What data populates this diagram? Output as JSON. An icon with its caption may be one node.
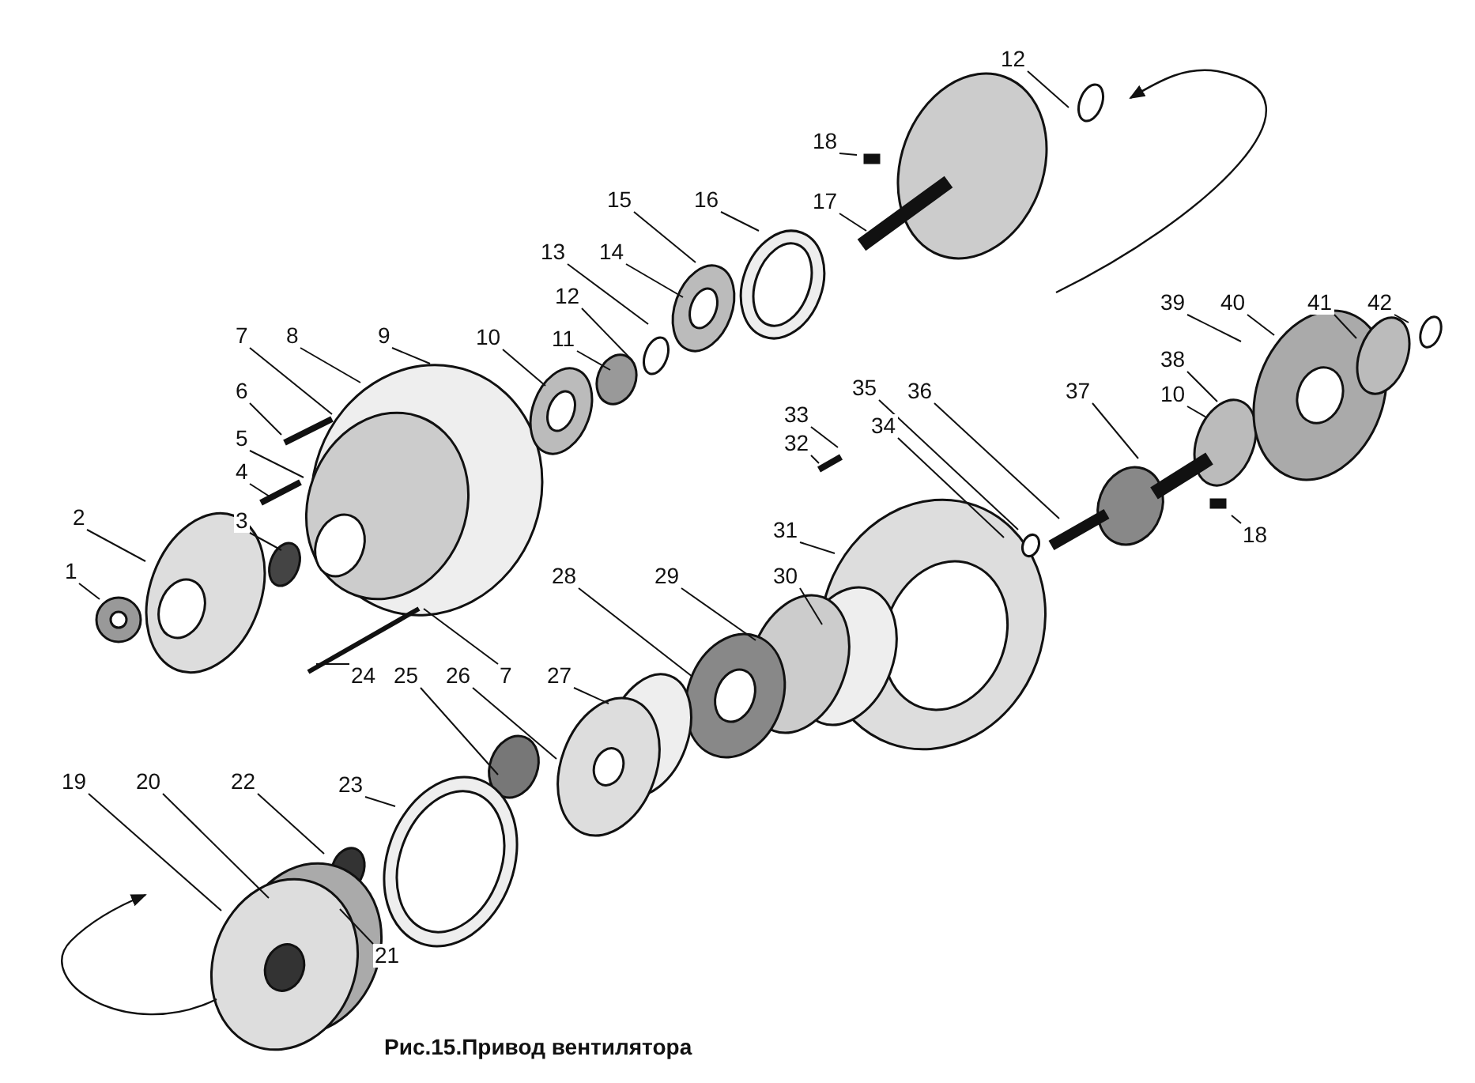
{
  "diagram": {
    "caption": "Рис.15.Привод вентилятора",
    "nodes": [
      {
        "text": [
          "12"
        ]
      },
      {
        "text": [
          "18"
        ]
      },
      {
        "text": [
          "17"
        ]
      },
      {
        "text": [
          "15"
        ]
      },
      {
        "text": [
          "16"
        ]
      },
      {
        "text": [
          "13"
        ]
      },
      {
        "text": [
          "14"
        ]
      },
      {
        "text": [
          "12"
        ]
      },
      {
        "text": [
          "39"
        ]
      },
      {
        "text": [
          "40"
        ]
      },
      {
        "text": [
          "41"
        ]
      },
      {
        "text": [
          "42"
        ]
      },
      {
        "text": [
          "7"
        ]
      },
      {
        "text": [
          "8"
        ]
      },
      {
        "text": [
          "9"
        ]
      },
      {
        "text": [
          "10"
        ]
      },
      {
        "text": [
          "11"
        ]
      },
      {
        "text": [
          "38"
        ]
      },
      {
        "text": [
          "35"
        ]
      },
      {
        "text": [
          "36"
        ]
      },
      {
        "text": [
          "37"
        ]
      },
      {
        "text": [
          "6"
        ]
      },
      {
        "text": [
          "10"
        ]
      },
      {
        "text": [
          "33"
        ]
      },
      {
        "text": [
          "34"
        ]
      },
      {
        "text": [
          "5"
        ]
      },
      {
        "text": [
          "32"
        ]
      },
      {
        "text": [
          "4"
        ]
      },
      {
        "text": [
          "2"
        ]
      },
      {
        "text": [
          "3"
        ]
      },
      {
        "text": [
          "31"
        ]
      },
      {
        "text": [
          "18"
        ]
      },
      {
        "text": [
          "28"
        ]
      },
      {
        "text": [
          "29"
        ]
      },
      {
        "text": [
          "30"
        ]
      },
      {
        "text": [
          "1"
        ]
      },
      {
        "text": [
          "24"
        ]
      },
      {
        "text": [
          "25"
        ]
      },
      {
        "text": [
          "26"
        ]
      },
      {
        "text": [
          "7"
        ]
      },
      {
        "text": [
          "27"
        ]
      },
      {
        "text": [
          "19"
        ]
      },
      {
        "text": [
          "20"
        ]
      },
      {
        "text": [
          "22"
        ]
      },
      {
        "text": [
          "23"
        ]
      },
      {
        "text": [
          "21"
        ]
      }
    ],
    "edges": [
      {
        "from": 0,
        "to": null,
        "arrow": "none"
      },
      {
        "from": 1,
        "to": null,
        "arrow": "none"
      },
      {
        "from": 2,
        "to": null,
        "arrow": "none"
      },
      {
        "from": 3,
        "to": null,
        "arrow": "none"
      },
      {
        "from": 4,
        "to": null,
        "arrow": "none"
      },
      {
        "from": 5,
        "to": null,
        "arrow": "none"
      },
      {
        "from": 6,
        "to": null,
        "arrow": "none"
      },
      {
        "from": 7,
        "to": null,
        "arrow": "none"
      },
      {
        "from": 8,
        "to": null,
        "arrow": "none"
      },
      {
        "from": 9,
        "to": null,
        "arrow": "none"
      },
      {
        "from": 10,
        "to": null,
        "arrow": "none"
      },
      {
        "from": 11,
        "to": null,
        "arrow": "none"
      },
      {
        "from": 12,
        "to": null,
        "arrow": "none"
      },
      {
        "from": 13,
        "to": null,
        "arrow": "none"
      },
      {
        "from": 14,
        "to": null,
        "arrow": "none"
      },
      {
        "from": 15,
        "to": null,
        "arrow": "none"
      },
      {
        "from": 16,
        "to": null,
        "arrow": "none"
      },
      {
        "from": 17,
        "to": null,
        "arrow": "none"
      },
      {
        "from": 18,
        "to": null,
        "arrow": "none"
      },
      {
        "from": 19,
        "to": null,
        "arrow": "none"
      },
      {
        "from": 20,
        "to": null,
        "arrow": "none"
      },
      {
        "from": 21,
        "to": null,
        "arrow": "none"
      },
      {
        "from": 22,
        "to": null,
        "arrow": "none"
      },
      {
        "from": 23,
        "to": null,
        "arrow": "none"
      },
      {
        "from": 24,
        "to": null,
        "arrow": "none"
      },
      {
        "from": 25,
        "to": null,
        "arrow": "none"
      },
      {
        "from": 26,
        "to": null,
        "arrow": "none"
      },
      {
        "from": 27,
        "to": null,
        "arrow": "none"
      },
      {
        "from": 28,
        "to": null,
        "arrow": "none"
      },
      {
        "from": 29,
        "to": null,
        "arrow": "none"
      },
      {
        "from": 30,
        "to": null,
        "arrow": "none"
      },
      {
        "from": 31,
        "to": null,
        "arrow": "none"
      },
      {
        "from": 32,
        "to": null,
        "arrow": "none"
      },
      {
        "from": 33,
        "to": null,
        "arrow": "none"
      },
      {
        "from": 34,
        "to": null,
        "arrow": "none"
      },
      {
        "from": 35,
        "to": null,
        "arrow": "none"
      },
      {
        "from": 36,
        "to": null,
        "arrow": "none"
      },
      {
        "from": 37,
        "to": null,
        "arrow": "none"
      },
      {
        "from": 38,
        "to": null,
        "arrow": "none"
      },
      {
        "from": 39,
        "to": null,
        "arrow": "none"
      },
      {
        "from": 40,
        "to": null,
        "arrow": "none"
      },
      {
        "from": 41,
        "to": null,
        "arrow": "none"
      },
      {
        "from": 42,
        "to": null,
        "arrow": "none"
      },
      {
        "from": 43,
        "to": null,
        "arrow": "none"
      },
      {
        "from": 44,
        "to": null,
        "arrow": "none"
      },
      {
        "from": 45,
        "to": null,
        "arrow": "none"
      }
    ]
  }
}
